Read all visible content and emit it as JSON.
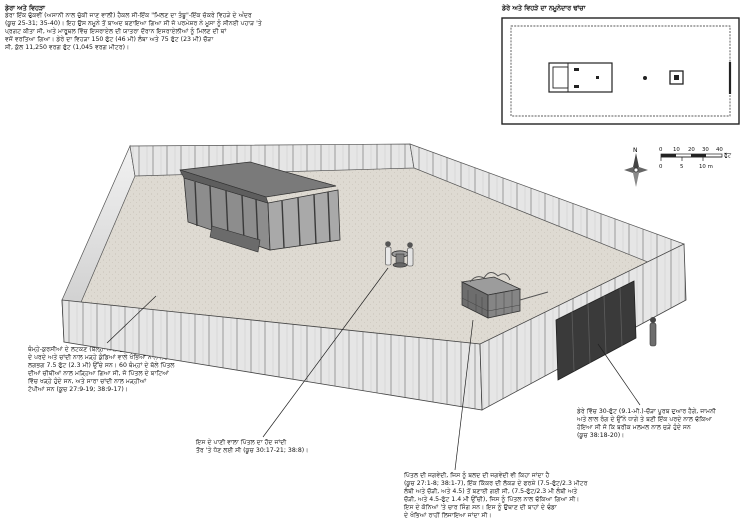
{
  "intro": {
    "title": "ਡੇਰਾ ਅਤੇ ਵਿਹੜਾ",
    "lines": [
      "ਡੇਰਾ ਇੱਕ ਢੁੱਕਵੀਂ (ਅਸਾਨੀ ਨਾਲ ਚੁੱਕੀ ਜਾਣ ਵਾਲੀ) ਹੈਕਲ ਸੀ-ਇੱਕ \"ਮਿਲਣ ਦਾ ਤੰਬੂ\"-ਇੱਕ ਚੱਕਰੇ ਵਿਹੜੇ ਦੇ ਅੰਦਰ",
      "(ਕੂਚ 25-31; 35-40)। ਇਹ ਉਸ ਨਮੂਨੇ ਤੋਂ ਬਾਅਦ ਬਣਾਇਆ ਗਿਆ ਸੀ ਜੋ ਪਰਮੇਸ਼ਰ ਨੇ ਮੂਸਾ ਨੂੰ ਸੀਨਈ ਪਹਾੜ 'ਤੇ",
      "ਪ੍ਰਗਟ ਕੀਤਾ ਸੀ, ਅਤੇ ਮਾਰੂਥਲ ਵਿੱਚ ਇਸਰਾਏਲ ਦੀ ਯਾਤਰਾ ਦੌਰਾਨ ਇਸਰਾਏਲੀਆਂ ਨੂੰ ਮਿਲਣ ਦੀ ਥਾਂ",
      "ਵਜੋਂ ਵਰਤਿਆ ਗਿਆ। ਡੇਰੇ ਦਾ ਵਿਹੜਾ 150 ਫੁੱਟ (46 ਮੀ) ਲੰਬਾ ਅਤੇ 75 ਫੁੱਟ (23 ਮੀ) ਚੌੜਾ",
      "ਸੀ, ਕੁੱਲ 11,250 ਵਰਗ ਫੁੱਟ (1,045 ਵਰਗ ਮੀਟਰ)।"
    ]
  },
  "plan": {
    "title": "ਡੇਰੇ ਅਤੇ ਵਿਹੜੇ ਦਾ ਨਮੂਨੇਦਾਰ ਢਾਂਚਾ",
    "compass_label": "N",
    "scale_labels": [
      "0",
      "10",
      "20",
      "30",
      "40"
    ],
    "scale_feet": "ਫੁੱਟ",
    "scale_meters": [
      "0",
      "5",
      "10 m"
    ]
  },
  "note_left": {
    "lines": [
      "ਥੰਮ੍ਹੇ-ਕੁਰਸੀਆਂ ਦੇ ਲਟਕਣ (ਬੇਲ੍ਹਾਂ ਨਾਲ ਜੁੜੇ ਬਰੀਕ ਮਲਮਲ",
      "ਦੇ ਪਰਦੇ ਅਤੇ ਚਾਂਦੀ ਨਾਲ ਮੜ੍ਹੇ ਕੁੰਡਿਆਂ ਵਾਲੇ ਖੰਭਿਆਂ ਨਾਲ ਲਟਕੇ)",
      "ਲਗਭਗ 7.5 ਫੁੱਟ (2.3 ਮੀ) ਉੱਚੇ ਸਨ। 60 ਥੰਮ੍ਹਾਂ ਦੇ ਥੱਲੇ ਪਿੱਤਲ",
      "ਦੀਆਂ ਚੀਥੀਆਂ ਨਾਲ ਮੜ੍ਹਿਆ ਗਿਆ ਸੀ, ਜੋ ਪਿੱਤਲ ਦੇ ਬਾਟਿਆਂ",
      "ਵਿੱਚ ਖੜ੍ਹੇ ਹੁੰਦੇ ਸਨ, ਅਤੇ ਸਾਰਾ ਚਾਂਦੀ ਨਾਲ ਮੜ੍ਹੀਆਂ",
      "ਟੋਪੀਆਂ ਸਨ (ਕੂਚ 27:9-19; 38:9-17)।"
    ]
  },
  "note_center": {
    "lines": [
      "ਇਸ ਦੇ ਪਾਣੀ ਵਾਲਾ ਪਿੱਤਲ ਦਾ ਹੌਦ ਜਾਂਦੀ",
      "ਤੌਰ 'ਤੇ ਧੋਣ ਲਈ ਸੀ (ਕੂਚ 30:17-21; 38:8)।"
    ]
  },
  "note_bottom": {
    "lines": [
      "ਪਿੱਤਲ ਦੀ ਜਗਵੇਦੀ, ਜਿਸ ਨੂੰ ਬਲਦ ਦੀ ਜਗਵੇਦੀ ਵੀ ਕਿਹਾ ਜਾਂਦਾ ਹੈ",
      "(ਕੂਚ 27:1-8; 38:1-7), ਇੱਕ ਕਿੱਕਰ ਦੀ ਲੱਕੜ ਦੇ ਫਰਸ਼ੇ (7.5-ਫੁੱਟ/2.3 ਮੀਟਰ",
      "ਲੰਬੀ ਅਤੇ ਚੌੜੀ, ਅਤੇ 4.5) ਤੋਂ ਬਣਾਈ ਗਈ ਸੀ, (7.5-ਫੁੱਟ/2.3 ਮੀ ਲੰਬੀ ਅਤੇ",
      "ਚੌੜੀ, ਅਤੇ 4.5-ਫੁੱਟ 1.4 ਮੀ ਉੱਚੀ), ਜਿਸ ਨੂੰ ਪਿੱਤਲ ਨਾਲ ਢੱਕਿਆ ਗਿਆ ਸੀ।",
      "ਇਸ ਦੇ ਕੋਨਿਆਂ 'ਤੇ ਚਾਰ ਸਿੰਗ ਸਨ। ਇਸ ਨੂੰ ਉਥਾਣ ਦੀ ਬਾਹਾਂ ਦੇ ਢੰਡਾ",
      "ਦੇ ਖੰਭਿਆਂ ਰਾਹੀਂ ਲਿਜਾਇਆ ਜਾਂਦਾ ਸੀ।"
    ]
  },
  "note_right": {
    "lines": [
      "ਡੇਰੇ ਵਿੱਚ 30-ਫੁੱਟ (9.1-ਮੀ.)-ਚੌੜਾ ਪੂਰਬ ਦੁਆਰ ਹੈਗੇ, ਜਾਮਨੀ",
      "ਅਤੇ ਲਾਲ ਰੰਗ ਦੇ ਉੱਨੇ ਧਾਗੇ ਤੇ ਬਣੀ ਇੱਕ ਪਰਦੇ ਨਾਲ ਢੱਕਿਆ",
      "ਹੋਇਆ ਸੀ ਜੋ ਕਿ ਬਰੀਕ ਮਲਮਲ ਨਾਲ ਜੁੜੇ ਹੁੰਦੇ ਸਨ",
      "(ਕੂਚ 38:18-20)।"
    ]
  }
}
